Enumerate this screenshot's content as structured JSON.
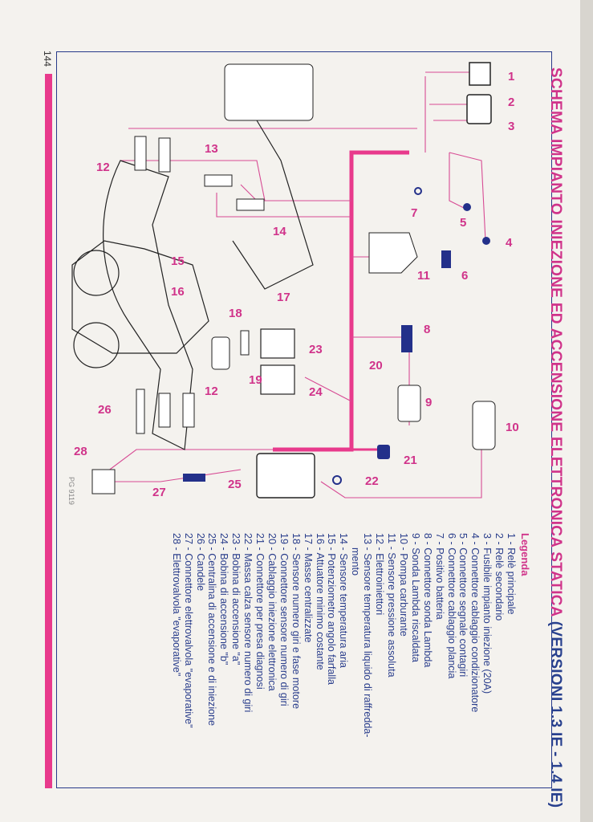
{
  "page_number": "144",
  "title": {
    "main": "SCHEMA IMPIANTO INIEZIONE ED ACCENSIONE ELETTRONICA STATICA",
    "version": "(VERSIONI 1.3 IE - 1.4 IE)"
  },
  "legend": {
    "heading": "Legenda",
    "items": [
      {
        "text": "1 - Relè principale"
      },
      {
        "text": "2 - Relè secondario"
      },
      {
        "text": "3 - Fusibile impianto iniezione (20A)"
      },
      {
        "text": "4 - Connettore cablaggio condizionatore"
      },
      {
        "text": "5 - Connettore segnale contagiri"
      },
      {
        "text": "6 - Connettore cablaggio plancia"
      },
      {
        "text": "7 - Positivo batteria"
      },
      {
        "text": "8 - Connettore sonda Lambda"
      },
      {
        "text": "9 - Sonda Lambda riscaldata"
      },
      {
        "text": "10 - Pompa carburante"
      },
      {
        "text": "11 - Sensore pressione assoluta"
      },
      {
        "text": "12 - Elettroiniettori"
      },
      {
        "text": "13 - Sensore temperatura liquido di raffredda-",
        "cont": "mento"
      },
      {
        "text": "14 - Sensore temperatura aria"
      },
      {
        "text": "15 - Potenziometro angolo farfalla"
      },
      {
        "text": "16 - Attuatore minimo costante"
      },
      {
        "text": "17 - Masse centralizzate"
      },
      {
        "text": "18 - Sensore numero giri e fase motore"
      },
      {
        "text": "19 - Connettore sensore numero di giri"
      },
      {
        "text": "20 - Cablaggio iniezione elettronica"
      },
      {
        "text": "21 - Connettore per presa diagnosi"
      },
      {
        "text": "22 - Massa calza sensore numero di giri"
      },
      {
        "text": "23 - Bobina di accensione \"a\""
      },
      {
        "text": "24 - Bobina di accensione \"b\""
      },
      {
        "text": "25 - Centralina di accensione e di iniezione"
      },
      {
        "text": "26 - Candele"
      },
      {
        "text": "27 - Connettore elettrovalvola \"evaporative\""
      },
      {
        "text": "28 - Elettrovalvola \"evaporative\""
      }
    ]
  },
  "callouts": [
    "1",
    "2",
    "3",
    "4",
    "5",
    "6",
    "7",
    "8",
    "9",
    "10",
    "11",
    "12",
    "12",
    "13",
    "14",
    "15",
    "16",
    "17",
    "18",
    "19",
    "20",
    "21",
    "22",
    "23",
    "24",
    "25",
    "26",
    "27",
    "28"
  ],
  "reference_code": "PG 9119",
  "colors": {
    "accent": "#d0338a",
    "frame": "#283a8a",
    "harness": "#e83a8c",
    "paper": "#f4f2ee"
  }
}
